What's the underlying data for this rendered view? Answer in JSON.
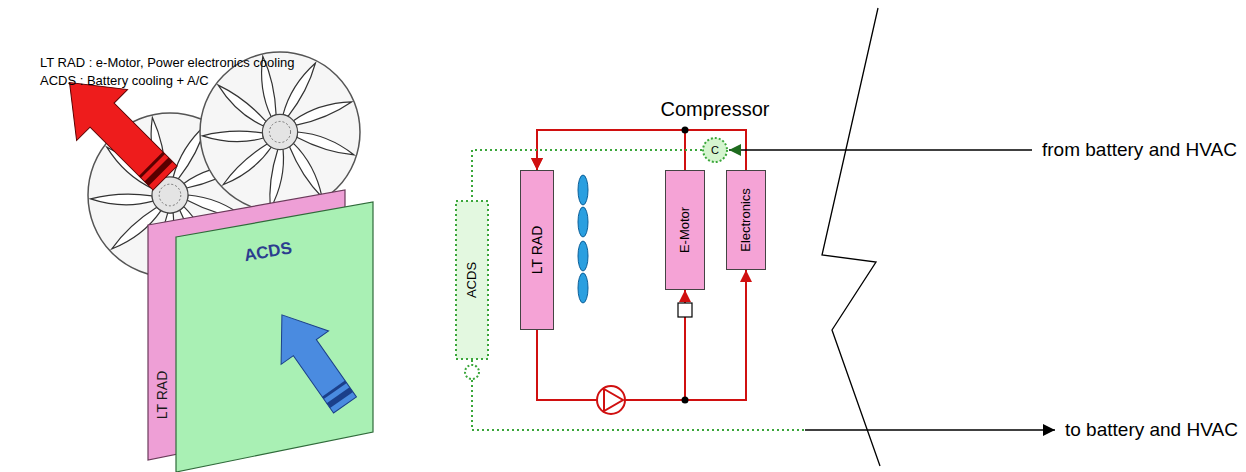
{
  "diagram": {
    "nodes": [
      {
        "text": [
          "LT RAD"
        ]
      },
      {
        "text": [
          "ACDS"
        ]
      },
      {
        "text": [
          "Compressor",
          "C"
        ]
      },
      {
        "text": [
          "ACDS"
        ]
      },
      {
        "text": [
          "LT RAD"
        ]
      },
      {
        "text": [
          "E-Motor"
        ]
      },
      {
        "text": [
          "Electronics"
        ]
      }
    ],
    "edges": [
      {
        "from": 4,
        "to": 5,
        "arrow": "to"
      },
      {
        "from": 4,
        "to": 6,
        "arrow": "to"
      },
      {
        "from": 5,
        "to": 4,
        "arrow": "to"
      },
      {
        "from": 6,
        "to": 4,
        "arrow": "to"
      },
      {
        "from": 2,
        "to": 3,
        "arrow": "none"
      }
    ],
    "labels": [
      "LT RAD : e-Motor, Power electronics cooling",
      "ACDS : Battery cooling + A/C",
      "from battery and HVAC",
      "to battery and HVAC"
    ]
  }
}
